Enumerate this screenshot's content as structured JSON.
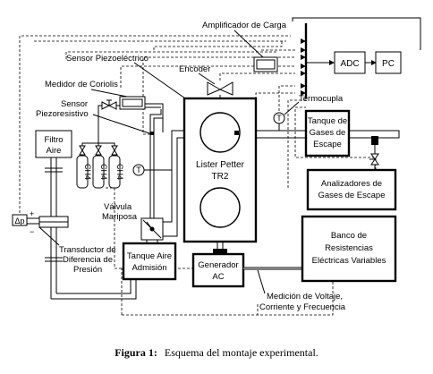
{
  "labels": {
    "amplificador": "Amplificador de Carga",
    "sensor_piezoelectrico": "Sensor Piezoeléctrico",
    "encoder": "Encoder",
    "medidor_coriolis": "Medidor de Coriolis",
    "sensor_piezorresistivo_1": "Sensor",
    "sensor_piezorresistivo_2": "Piezoresistivo",
    "filtro_aire_1": "Filtro",
    "filtro_aire_2": "Aire",
    "ch4_1": "CH4",
    "ch4_2": "CH4",
    "ch4_3": "CH4",
    "adc": "ADC",
    "pc": "PC",
    "termocupla": "Termocupla",
    "tanque_gases_1": "Tanque de",
    "tanque_gases_2": "Gases de",
    "tanque_gases_3": "Escape",
    "motor_1": "Lister Petter",
    "motor_2": "TR2",
    "analizadores_1": "Analizadores de",
    "analizadores_2": "Gases de Escape",
    "valvula_1": "Válvula",
    "valvula_2": "Mariposa",
    "delta_p": "Δp",
    "plus": "+",
    "minus": "−",
    "transductor_1": "Transductor de",
    "transductor_2": "Diferencia de",
    "transductor_3": "Presión",
    "tanque_aire_1": "Tanque Aire",
    "tanque_aire_2": "Admisión",
    "generador_1": "Generador",
    "generador_2": "AC",
    "banco_1": "Banco de",
    "banco_2": "Resistencias",
    "banco_3": "Eléctricas Variables",
    "medicion_1": "Medición de Voltaje,",
    "medicion_2": "Corriente y Frecuencia",
    "temp_symbol": "T"
  },
  "caption": {
    "prefix": "Figura 1:",
    "text": "Esquema del montaje experimental."
  }
}
